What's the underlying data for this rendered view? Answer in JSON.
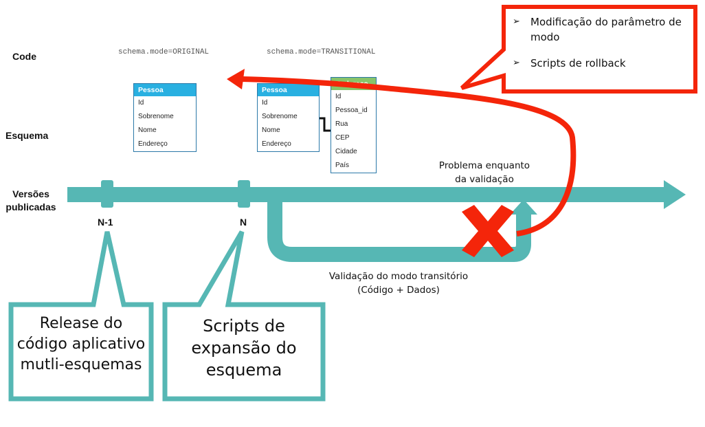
{
  "row_labels": {
    "code": "Code",
    "schema": "Esquema",
    "versions": "Versões publicadas"
  },
  "modes": {
    "original": "schema.mode=ORIGINAL",
    "transitional": "schema.mode=TRANSITIONAL"
  },
  "tables": {
    "pessoa_original": {
      "title": "Pessoa",
      "fields": [
        "Id",
        "Sobrenome",
        "Nome",
        "Endereço"
      ]
    },
    "pessoa_transitional": {
      "title": "Pessoa",
      "fields": [
        "Id",
        "Sobrenome",
        "Nome",
        "Endereço"
      ]
    },
    "endereco": {
      "title": "Endereço",
      "fields": [
        "Id",
        "Pessoa_id",
        "Rua",
        "CEP",
        "Cidade",
        "País"
      ]
    }
  },
  "versions": {
    "prev": "N-1",
    "current": "N"
  },
  "annotations": {
    "problem": [
      "Problema enquanto",
      "da validação"
    ],
    "validation": [
      "Validação do modo transitório",
      "(Código + Dados)"
    ]
  },
  "callouts": {
    "release": [
      "Release do",
      "código aplicativo",
      "mutli-esquemas"
    ],
    "expansion": [
      "Scripts de",
      "expansão do",
      "esquema"
    ],
    "rollback": {
      "bullet_icon": "arrowhead-bullet",
      "items": [
        "Modificação do parâmetro de modo",
        "Scripts de rollback"
      ]
    }
  },
  "colors": {
    "teal": "#56b7b4",
    "red": "#f4250a",
    "blue_header": "#29b0e1",
    "green_header": "#88c46a"
  }
}
